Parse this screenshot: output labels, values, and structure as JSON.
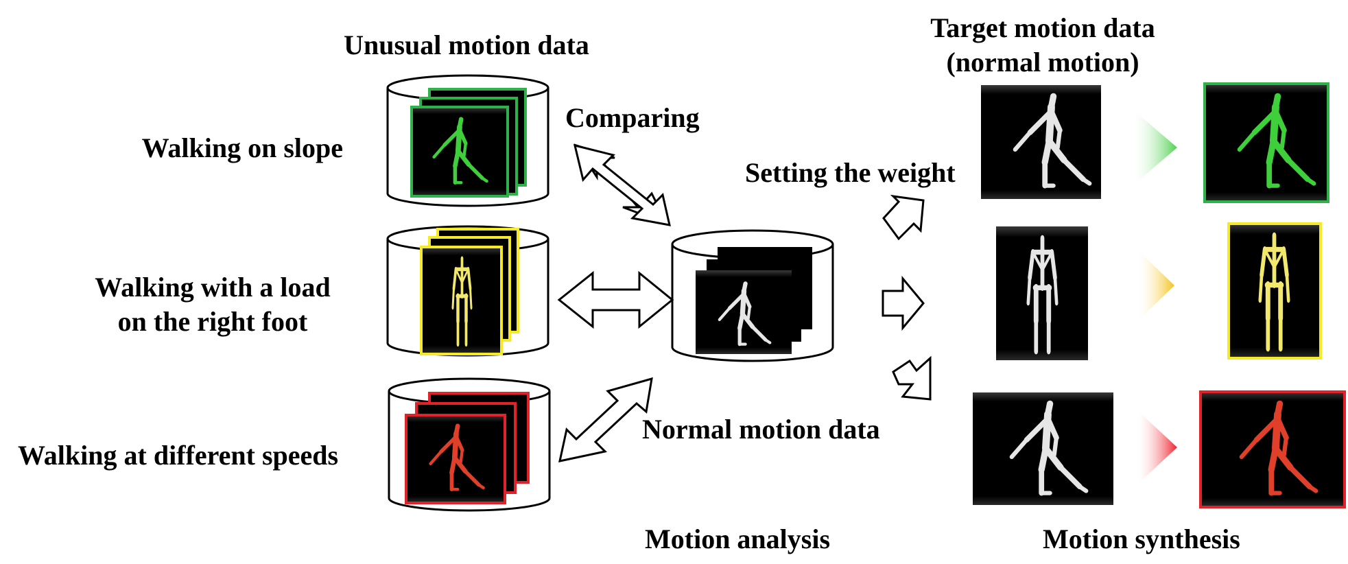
{
  "labels": {
    "unusual_title": "Unusual motion data",
    "target_title_line1": "Target motion data",
    "target_title_line2": "(normal motion)",
    "comparing": "Comparing",
    "setting_weight": "Setting the weight",
    "normal_motion_data": "Normal motion data",
    "motion_analysis": "Motion analysis",
    "motion_synthesis": "Motion synthesis"
  },
  "rows": [
    {
      "label_lines": [
        "Walking on slope"
      ],
      "color": "#2fb24a",
      "figure": "#3fcf3a"
    },
    {
      "label_lines": [
        "Walking with a load",
        "on the right foot"
      ],
      "color": "#f5ea2a",
      "figure": "#f2e86e"
    },
    {
      "label_lines": [
        "Walking at different speeds"
      ],
      "color": "#e0222a",
      "figure": "#e0402a"
    }
  ],
  "colors": {
    "normal_figure": "#e6e6e6",
    "frame_bg": "#000000",
    "green_arrow": "#7fdc7f",
    "yellow_arrow": "#f5c21a",
    "red_arrow": "#f02a30"
  }
}
